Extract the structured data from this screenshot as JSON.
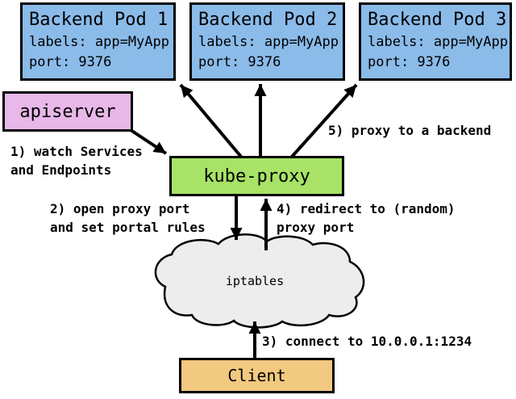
{
  "pods": [
    {
      "title": "Backend Pod 1",
      "labels": "labels: app=MyApp",
      "port": "port: 9376"
    },
    {
      "title": "Backend Pod 2",
      "labels": "labels: app=MyApp",
      "port": "port: 9376"
    },
    {
      "title": "Backend Pod 3",
      "labels": "labels: app=MyApp",
      "port": "port: 9376"
    }
  ],
  "apiserver": {
    "label": "apiserver"
  },
  "kube_proxy": {
    "label": "kube-proxy"
  },
  "cloud": {
    "label": "iptables"
  },
  "client": {
    "label": "Client"
  },
  "annotations": {
    "step1": "1) watch Services\nand Endpoints",
    "step2": "2) open proxy port\nand set portal rules",
    "step3": "3) connect to 10.0.0.1:1234",
    "step4": "4) redirect to (random)\nproxy port",
    "step5": "5) proxy to a backend"
  },
  "colors": {
    "pod_fill": "#8bbbe9",
    "apiserver_fill": "#e8b8e8",
    "kube_proxy_fill": "#a8e266",
    "client_fill": "#f2c980",
    "cloud_fill": "#ededed",
    "outline": "#000000",
    "background": "#ffffff"
  }
}
